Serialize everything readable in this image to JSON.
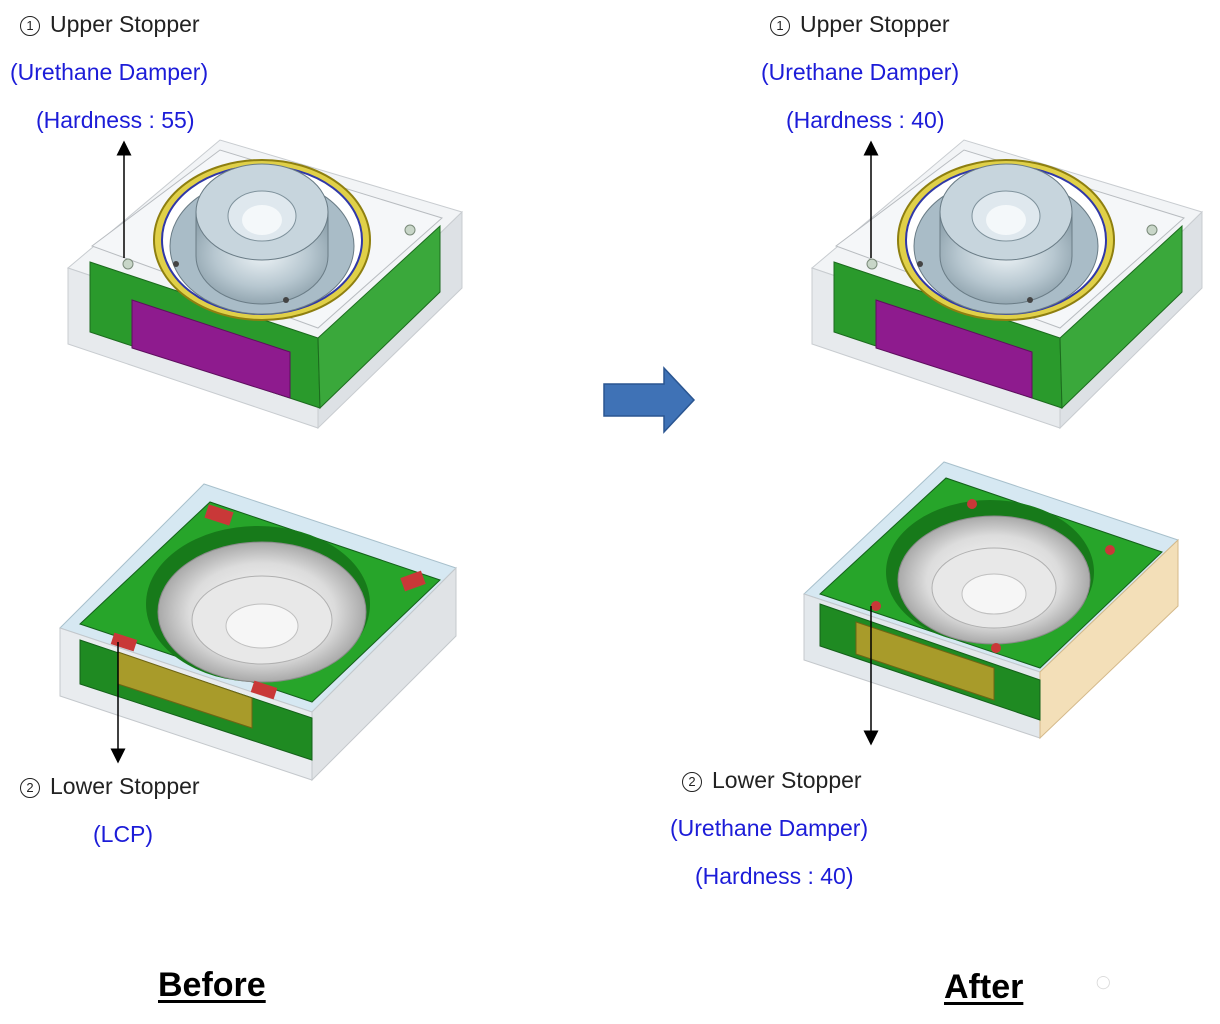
{
  "before": {
    "title": "Before",
    "upper": {
      "marker": "1",
      "name": "Upper Stopper",
      "material": "(Urethane Damper)",
      "hardness": "(Hardness : 55)"
    },
    "lower": {
      "marker": "2",
      "name": "Lower Stopper",
      "material": "(LCP)"
    }
  },
  "after": {
    "title": "After",
    "upper": {
      "marker": "1",
      "name": "Upper Stopper",
      "material": "(Urethane Damper)",
      "hardness": "(Hardness : 40)"
    },
    "lower": {
      "marker": "2",
      "name": "Lower Stopper",
      "material": "(Urethane Damper)",
      "hardness": "(Hardness : 40)"
    }
  },
  "colors": {
    "label_blue": "#1c1cd8",
    "pcb_green": "#22a325",
    "magnet_purple": "#8e1b8e",
    "coil_olive": "#a89b2a",
    "damper_beige": "#f3dfb8",
    "arrow_blue": "#3f72b6"
  }
}
